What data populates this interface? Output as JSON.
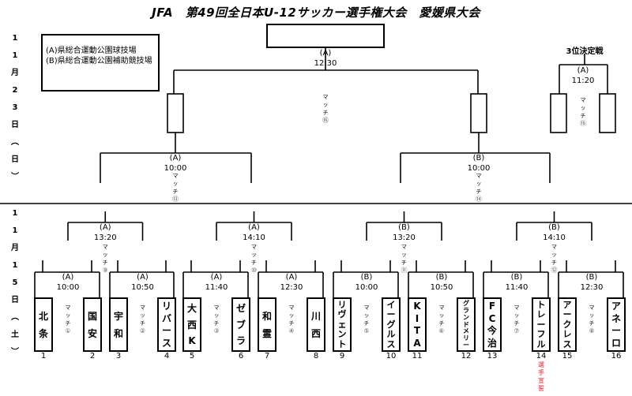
{
  "title": "JFA　第49回全日本U-12サッカー選手権大会　愛媛県大会",
  "legend": [
    "(A)県総合運動公園球技場",
    "(B)県総合運動公園補助競技場"
  ],
  "dates": {
    "day2": [
      "1",
      "1",
      "月",
      "2",
      "3",
      "日",
      "︵",
      "日",
      "︶"
    ],
    "day1": [
      "1",
      "1",
      "月",
      "1",
      "5",
      "日",
      "︵",
      "土",
      "︶"
    ]
  },
  "match_label": "マッチ",
  "final": {
    "venue": "(A)",
    "time": "12:30",
    "match_no": "⑯"
  },
  "third_place": {
    "title": "3位決定戦",
    "venue": "(A)",
    "time": "11:20",
    "match_no": "⑮"
  },
  "semis": [
    {
      "venue": "(A)",
      "time": "10:00",
      "match_no": "⑬"
    },
    {
      "venue": "(B)",
      "time": "10:00",
      "match_no": "⑭"
    }
  ],
  "quarters": [
    {
      "venue": "(A)",
      "time": "13:20",
      "match_no": "⑨"
    },
    {
      "venue": "(A)",
      "time": "14:10",
      "match_no": "⑩"
    },
    {
      "venue": "(B)",
      "time": "13:20",
      "match_no": "⑪"
    },
    {
      "venue": "(B)",
      "time": "14:10",
      "match_no": "⑫"
    }
  ],
  "round1": [
    {
      "venue": "(A)",
      "time": "10:00",
      "match_no": "①"
    },
    {
      "venue": "(A)",
      "time": "10:50",
      "match_no": "②"
    },
    {
      "venue": "(A)",
      "time": "11:40",
      "match_no": "③"
    },
    {
      "venue": "(A)",
      "time": "12:30",
      "match_no": "④"
    },
    {
      "venue": "(B)",
      "time": "10:00",
      "match_no": "⑤"
    },
    {
      "venue": "(B)",
      "time": "10:50",
      "match_no": "⑥"
    },
    {
      "venue": "(B)",
      "time": "11:40",
      "match_no": "⑦"
    },
    {
      "venue": "(B)",
      "time": "12:30",
      "match_no": "⑧"
    }
  ],
  "teams": [
    {
      "seed": "1",
      "name": "北条"
    },
    {
      "seed": "2",
      "name": "国安"
    },
    {
      "seed": "3",
      "name": "宇和"
    },
    {
      "seed": "4",
      "name": "リバース"
    },
    {
      "seed": "5",
      "name": "大西K"
    },
    {
      "seed": "6",
      "name": "ゼブラ"
    },
    {
      "seed": "7",
      "name": "和霊"
    },
    {
      "seed": "8",
      "name": "川西"
    },
    {
      "seed": "9",
      "name": "リヴェント"
    },
    {
      "seed": "10",
      "name": "イーグルス"
    },
    {
      "seed": "11",
      "name": "KITA"
    },
    {
      "seed": "12",
      "name": "グランドメリー"
    },
    {
      "seed": "13",
      "name": "FC今治"
    },
    {
      "seed": "14",
      "name": "トレーフル"
    },
    {
      "seed": "15",
      "name": "アークレス"
    },
    {
      "seed": "16",
      "name": "アネーロ"
    }
  ],
  "oath_note": "選手宣誓",
  "oath_color": "#e8202a"
}
